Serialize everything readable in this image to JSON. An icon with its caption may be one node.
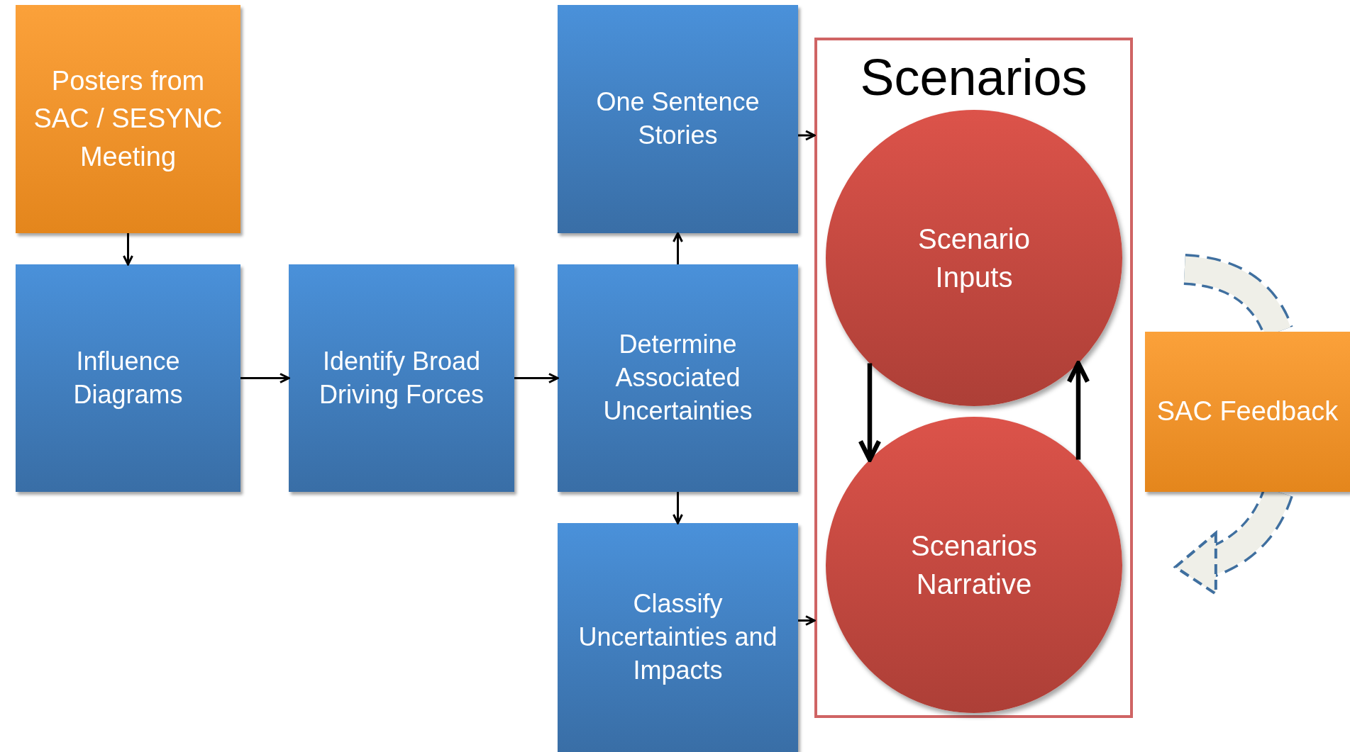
{
  "diagram": {
    "nodes": [
      {
        "text": [
          "Posters from SAC / SESYNC Meeting"
        ]
      },
      {
        "text": [
          "Influence Diagrams"
        ]
      },
      {
        "text": [
          "Identify Broad Driving Forces"
        ]
      },
      {
        "text": [
          "Determine Associated Uncertainties"
        ]
      },
      {
        "text": [
          "One Sentence Stories"
        ]
      },
      {
        "text": [
          "Classify Uncertainties and Impacts"
        ]
      },
      {
        "text": [
          "Scenarios"
        ]
      },
      {
        "text": [
          "Scenario Inputs"
        ],
        "in": 6
      },
      {
        "text": [
          "Scenarios Narrative"
        ],
        "in": 6
      },
      {
        "text": [
          "SAC Feedback"
        ]
      }
    ],
    "edges": [
      {
        "from": 0,
        "to": 1,
        "arrow": "to"
      },
      {
        "from": 1,
        "to": 2,
        "arrow": "to"
      },
      {
        "from": 2,
        "to": 3,
        "arrow": "to"
      },
      {
        "from": 3,
        "to": 4,
        "arrow": "to"
      },
      {
        "from": 3,
        "to": 5,
        "arrow": "to"
      },
      {
        "from": 4,
        "to": 6,
        "arrow": "to"
      },
      {
        "from": 5,
        "to": 6,
        "arrow": "to"
      },
      {
        "from": 7,
        "to": 8,
        "arrow": "to",
        "style": "thick"
      },
      {
        "from": 8,
        "to": 7,
        "arrow": "to",
        "style": "thick"
      },
      {
        "from": null,
        "to": 9,
        "arrow": "none",
        "style": "dashed",
        "color": "#3f6f9f"
      },
      {
        "from": 9,
        "to": null,
        "arrow": "to",
        "style": "dashed",
        "color": "#3f6f9f"
      }
    ]
  }
}
